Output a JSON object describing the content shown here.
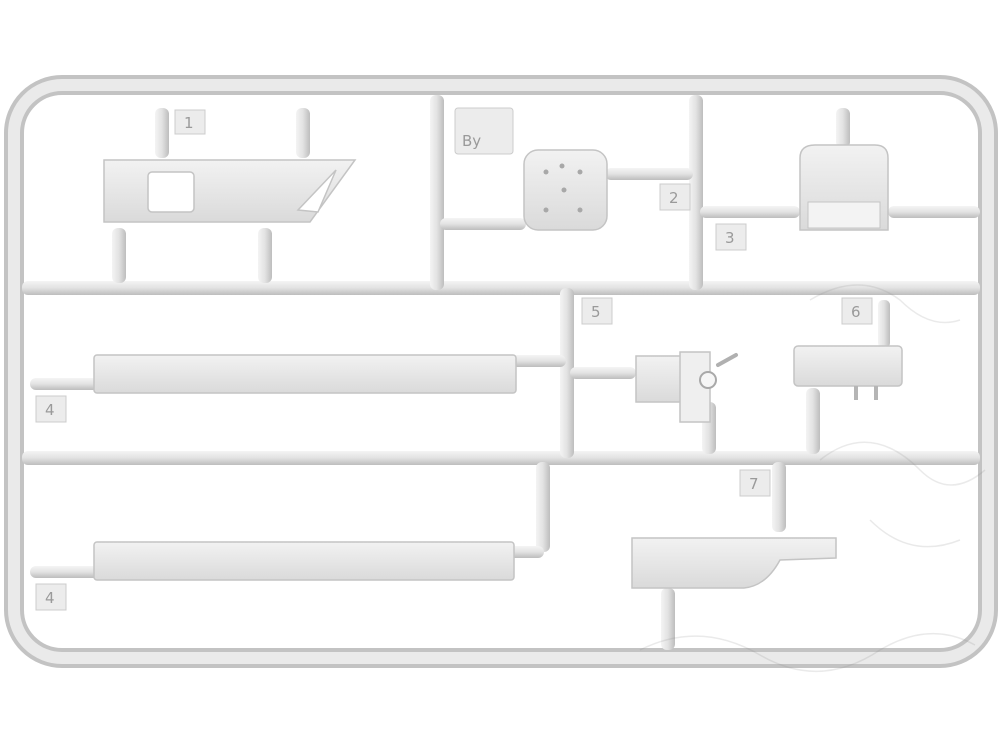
{
  "image": {
    "subject": "model kit sprue",
    "sprue_letter": "By",
    "part_numbers": [
      "1",
      "2",
      "3",
      "4",
      "4",
      "5",
      "6",
      "7"
    ],
    "colors": {
      "background": "#ffffff",
      "plastic": "#e6e6e6",
      "plastic_shadow": "#c9c9c9",
      "plastic_edge": "#b5b5b5",
      "label_text": "#9a9a9a"
    }
  }
}
